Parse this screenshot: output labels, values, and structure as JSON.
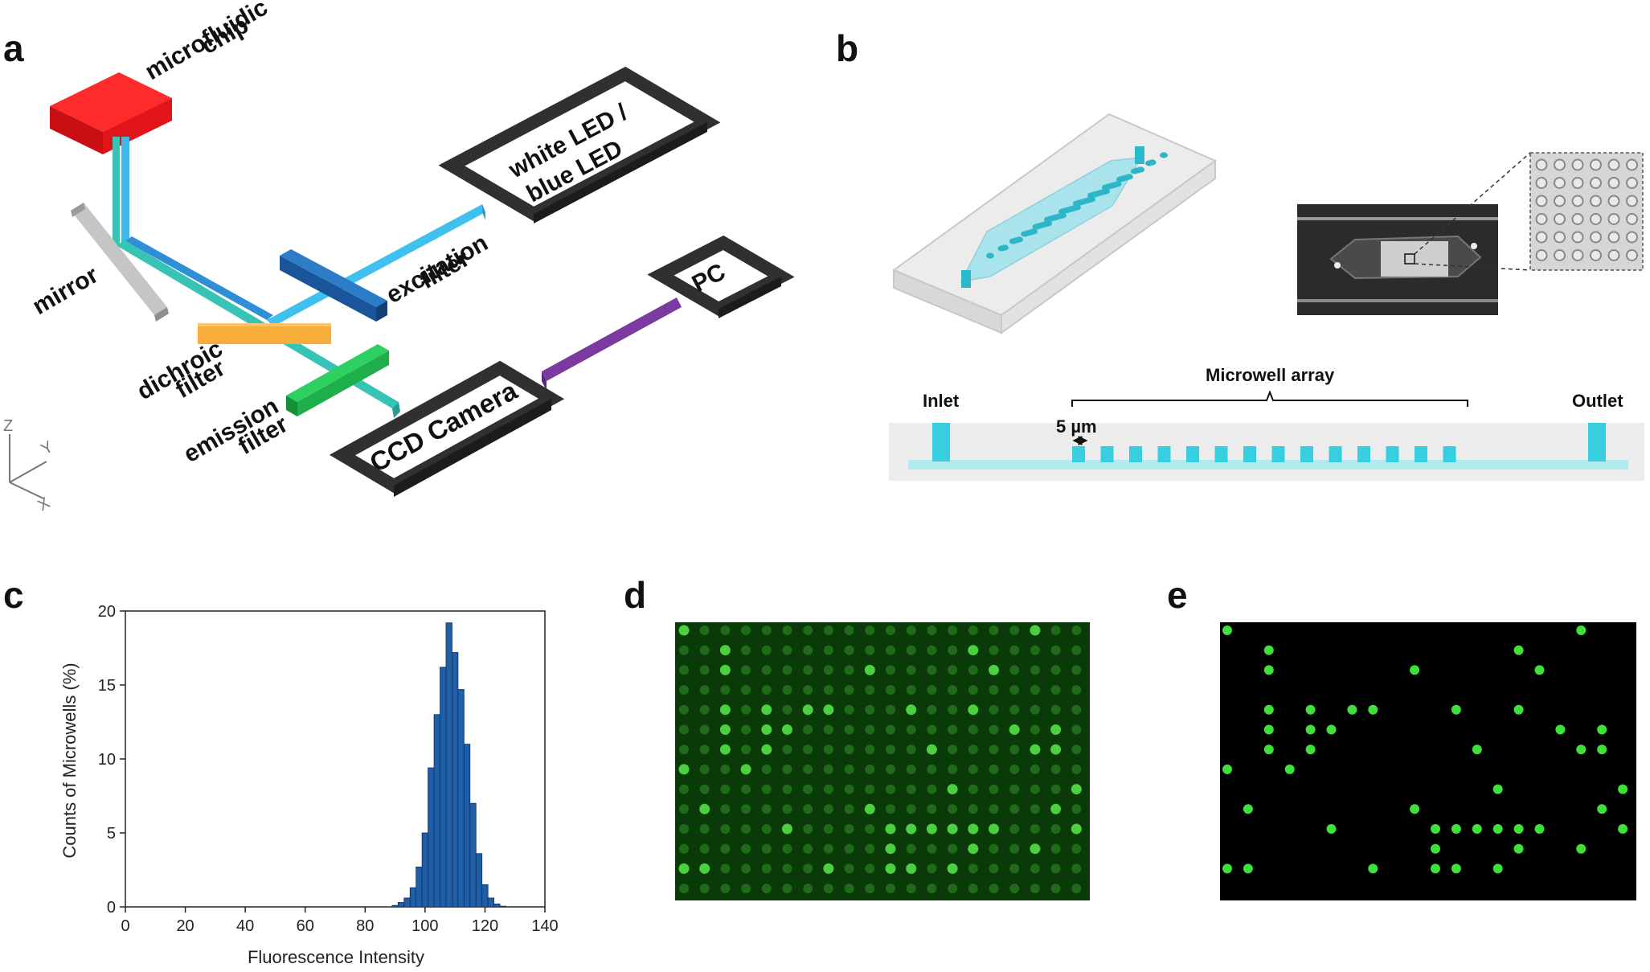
{
  "panels": {
    "a": {
      "label": "a",
      "components": {
        "microfluidic_chip": [
          "microfluidic",
          "chip"
        ],
        "white_led": [
          "white LED /",
          "blue LED"
        ],
        "excitation_filter": [
          "excitation",
          "filter"
        ],
        "mirror": "mirror",
        "dichroic_filter": [
          "dichroic",
          "filter"
        ],
        "emission_filter": [
          "emission",
          "filter"
        ],
        "ccd_camera": "CCD Camera",
        "pc": "PC"
      },
      "axes": {
        "z": "Z",
        "y": "Y",
        "x": "X"
      },
      "colors": {
        "chip": "#e8141c",
        "excitation_beam": "#3fb7e8",
        "excitation_filter": "#1f6db5",
        "emission_beam": "#37c4b6",
        "emission_filter": "#1fae4c",
        "dichroic": "#f4a72f",
        "mirror": "#a9a9a9",
        "cable": "#7b3aa0",
        "box_frame": "#303030"
      }
    },
    "b": {
      "label": "b",
      "inlet": "Inlet",
      "outlet": "Outlet",
      "microwell_array": "Microwell array",
      "scale": "5 µm",
      "well_color": "#37cfe0"
    },
    "c": {
      "label": "c"
    },
    "d": {
      "label": "d",
      "well_dim_color": "#1f6b1a",
      "well_bright_color": "#4bd040",
      "background": "#0a3a08"
    },
    "e": {
      "label": "e",
      "well_color": "#3fe03a",
      "background": "#000000"
    }
  },
  "chart_data": {
    "type": "bar",
    "xlabel": "Fluorescence Intensity",
    "ylabel": "Counts of Microwells (%)",
    "xlim": [
      0,
      140
    ],
    "ylim": [
      0,
      20
    ],
    "xticks": [
      0,
      20,
      40,
      60,
      80,
      100,
      120,
      140
    ],
    "yticks": [
      0,
      5,
      10,
      15,
      20
    ],
    "bin_width": 2,
    "color": "#1f5fa8",
    "x": [
      90,
      92,
      94,
      96,
      98,
      100,
      102,
      104,
      106,
      108,
      110,
      112,
      114,
      116,
      118,
      120,
      122,
      124,
      126
    ],
    "values": [
      0.1,
      0.3,
      0.6,
      1.3,
      2.7,
      5.0,
      9.4,
      13.0,
      16.2,
      19.2,
      17.2,
      14.7,
      11.0,
      7.0,
      3.6,
      1.5,
      0.6,
      0.2,
      0.05
    ]
  }
}
